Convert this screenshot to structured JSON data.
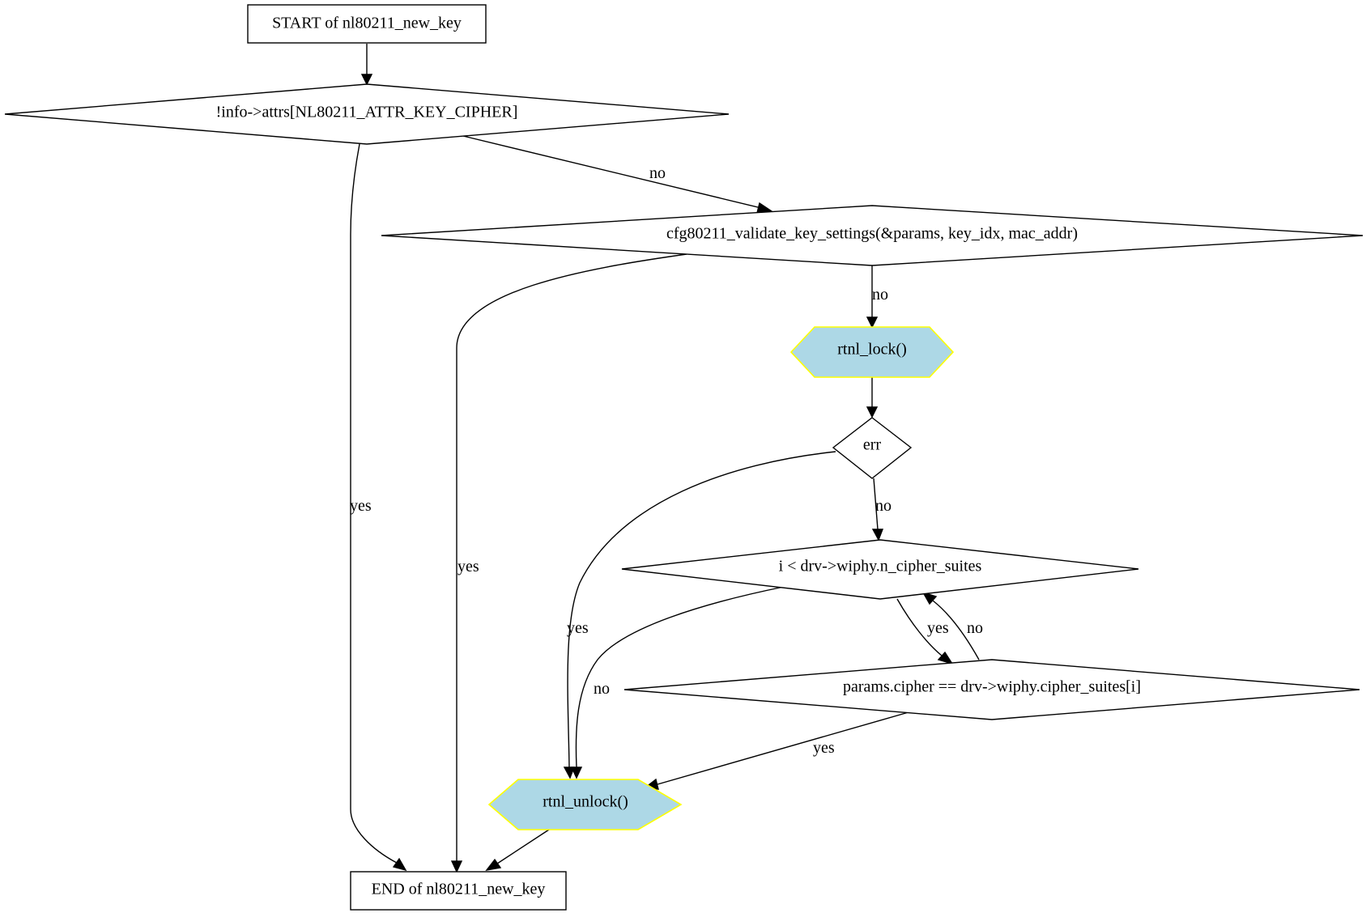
{
  "diagram": {
    "nodes": {
      "start": {
        "label": "START of nl80211_new_key",
        "shape": "box"
      },
      "check_cipher": {
        "label": "!info->attrs[NL80211_ATTR_KEY_CIPHER]",
        "shape": "diamond"
      },
      "validate": {
        "label": "cfg80211_validate_key_settings(&params, key_idx, mac_addr)",
        "shape": "diamond"
      },
      "rtnl_lock": {
        "label": "rtnl_lock()",
        "shape": "hexagon",
        "fill": "#add8e6",
        "border": "#ffff00"
      },
      "err": {
        "label": "err",
        "shape": "diamond"
      },
      "loop_cond": {
        "label": "i < drv->wiphy.n_cipher_suites",
        "shape": "diamond"
      },
      "cipher_match": {
        "label": "params.cipher == drv->wiphy.cipher_suites[i]",
        "shape": "diamond"
      },
      "rtnl_unlock": {
        "label": "rtnl_unlock()",
        "shape": "hexagon",
        "fill": "#add8e6",
        "border": "#ffff00"
      },
      "end": {
        "label": "END of nl80211_new_key",
        "shape": "box"
      }
    },
    "edges": [
      {
        "from": "start",
        "to": "check_cipher",
        "label": ""
      },
      {
        "from": "check_cipher",
        "to": "end",
        "label": "yes"
      },
      {
        "from": "check_cipher",
        "to": "validate",
        "label": "no"
      },
      {
        "from": "validate",
        "to": "end",
        "label": "yes"
      },
      {
        "from": "validate",
        "to": "rtnl_lock",
        "label": "no"
      },
      {
        "from": "rtnl_lock",
        "to": "err",
        "label": ""
      },
      {
        "from": "err",
        "to": "rtnl_unlock",
        "label": "yes"
      },
      {
        "from": "err",
        "to": "loop_cond",
        "label": "no"
      },
      {
        "from": "loop_cond",
        "to": "cipher_match",
        "label": "yes"
      },
      {
        "from": "cipher_match",
        "to": "loop_cond",
        "label": "no"
      },
      {
        "from": "loop_cond",
        "to": "rtnl_unlock",
        "label": "no"
      },
      {
        "from": "cipher_match",
        "to": "rtnl_unlock",
        "label": "yes"
      },
      {
        "from": "rtnl_unlock",
        "to": "end",
        "label": ""
      }
    ]
  }
}
